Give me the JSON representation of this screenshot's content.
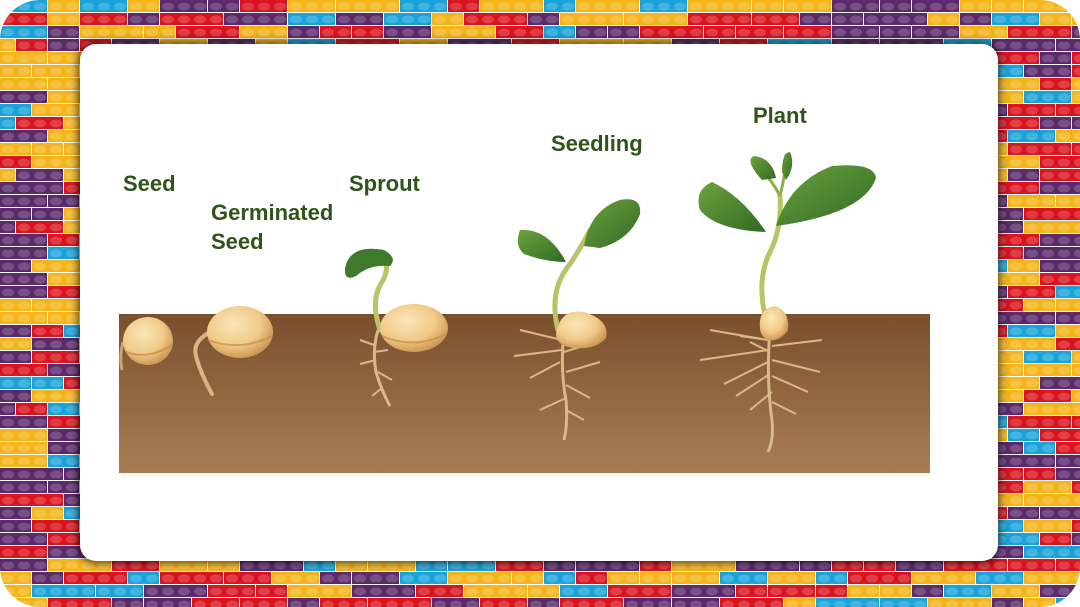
{
  "labels": {
    "seed": "Seed",
    "germinated_line1": "Germinated",
    "germinated_line2": "Seed",
    "sprout": "Sprout",
    "seedling": "Seedling",
    "plant": "Plant"
  },
  "colors": {
    "label": "#2f5419",
    "soil_top": "#7d5230",
    "soil_bottom": "#a87c52",
    "seed_light": "#f6d79c",
    "seed_dark": "#d8a460",
    "root": "#d9b988",
    "stem": "#b9c46a",
    "leaf": "#3f7a2a",
    "leaf_light": "#6aa23c",
    "brick_red": "#d9141f",
    "brick_yellow": "#f4b51a",
    "brick_purple": "#5c2a6b",
    "brick_blue": "#1aa3d8"
  }
}
